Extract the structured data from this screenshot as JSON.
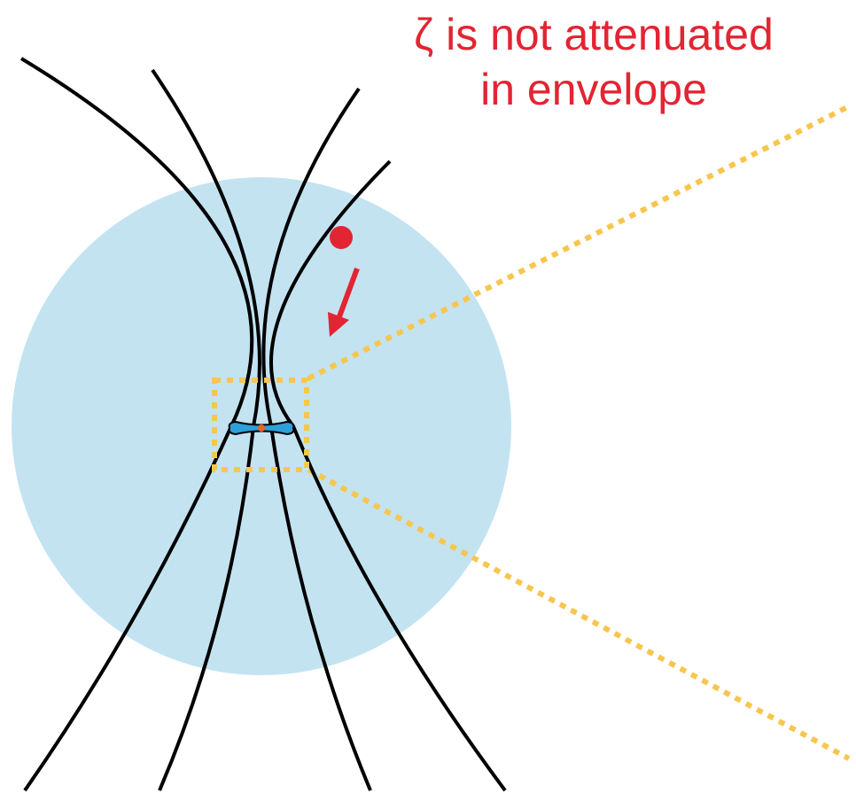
{
  "caption": {
    "line1": "ζ is not attenuated",
    "line2": "in envelope"
  },
  "colors": {
    "envelope": "#c3e3f1",
    "field_lines": "#000000",
    "annotation_red": "#e32432",
    "zoom_box": "#f7c64e",
    "disk": "#2f9fd8",
    "center_dot": "#e8642b"
  },
  "icons": {
    "infall_marker": "red-dot-with-arrow",
    "central_object": "blue-disk-with-dot"
  }
}
